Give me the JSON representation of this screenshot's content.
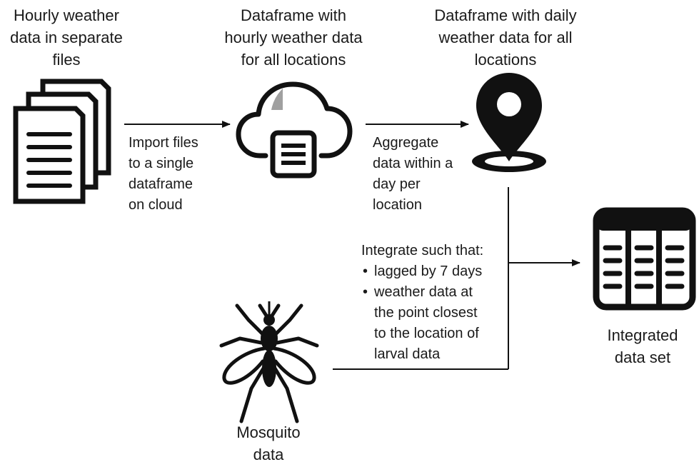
{
  "nodes": {
    "hourly_files": {
      "label_lines": [
        "Hourly weather",
        "data in separate",
        "files"
      ],
      "icon": "documents-stack-icon"
    },
    "hourly_dataframe": {
      "label_lines": [
        "Dataframe with",
        "hourly weather data",
        "for all locations"
      ],
      "icon": "cloud-database-icon"
    },
    "daily_dataframe": {
      "label_lines": [
        "Dataframe with daily",
        "weather data for all",
        "locations"
      ],
      "icon": "location-pin-icon"
    },
    "integrated": {
      "label_lines": [
        "Integrated",
        "data set"
      ],
      "icon": "table-icon"
    },
    "mosquito": {
      "label_lines": [
        "Mosquito",
        "data"
      ],
      "icon": "mosquito-icon"
    }
  },
  "steps": {
    "import": {
      "lines": [
        "Import files",
        "to a single",
        "dataframe",
        "on cloud"
      ]
    },
    "aggregate": {
      "lines": [
        "Aggregate",
        "data within a",
        "day per",
        "location"
      ]
    },
    "integrate": {
      "title": "Integrate such that:",
      "bullet1": "lagged by 7 days",
      "bullet2_lines": [
        "weather data at",
        "the point closest",
        "to the location of",
        "larval data"
      ]
    }
  },
  "colors": {
    "ink": "#111111",
    "text": "#1a1a1a",
    "grey_accent": "#a0a0a0"
  }
}
